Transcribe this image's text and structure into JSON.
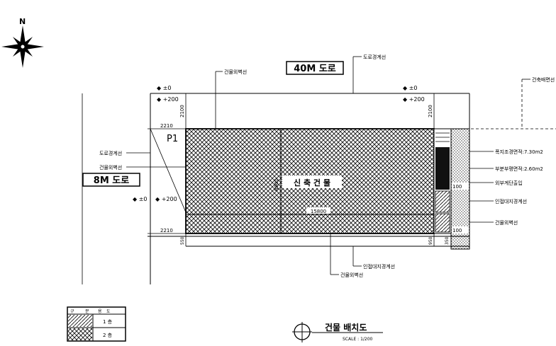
{
  "compass": {
    "north": "N",
    "icon": "compass-rose-icon"
  },
  "roads": {
    "north_road": "40M 도로",
    "west_road": "8M 도로"
  },
  "labels": {
    "road_line_top": "도로경계선",
    "building_line_top": "건물외벽선",
    "building_line_right": "건축배면선",
    "road_line_left": "도로경계선",
    "building_line_left": "건물외벽선",
    "parking_area": "폭지조경면적:7.30m2",
    "underground_area": "부분부평면적:2.60m2",
    "exterior_stair": "외부계단출입",
    "adjacent_site_line": "인접대지경계선",
    "building_line_right2": "건물외벽선",
    "adjacent_site_line_bottom": "인접대지경계선",
    "building_line_bottom": "건물외벽선",
    "building_name": "신 축 건 물",
    "marker_p1": "P1"
  },
  "elevations": {
    "top_left_a": "◆ ±0",
    "top_left_b": "◆ +200",
    "top_right_a": "◆ ±0",
    "top_right_b": "◆ +200",
    "left_a": "◆ ±0",
    "left_b": "◆ +200"
  },
  "dimensions": {
    "top_setback_left": "2100",
    "top_setback_right": "2100",
    "left_top": "2210",
    "left_bottom": "2210",
    "bottom_left": "550",
    "bottom_right": "950",
    "bottom_right2": "350",
    "right_100_a": "100",
    "right_100_b": "100",
    "length": "15800",
    "depth": "8900"
  },
  "legend": {
    "header": [
      "구",
      "분",
      "용",
      "도"
    ],
    "rows": [
      {
        "value": "1 층",
        "pattern": "hatch"
      },
      {
        "value": "2 층",
        "pattern": "crosshatch"
      }
    ]
  },
  "title": {
    "main": "건물 배치도",
    "scale": "SCALE : 1/200"
  }
}
